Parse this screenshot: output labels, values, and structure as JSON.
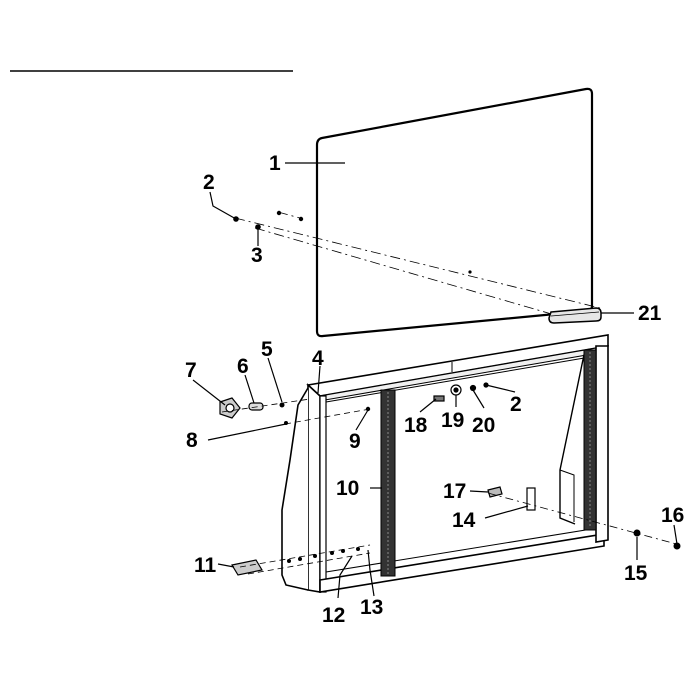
{
  "callouts": [
    {
      "id": "c1",
      "text": "1"
    },
    {
      "id": "c2a",
      "text": "2"
    },
    {
      "id": "c3",
      "text": "3"
    },
    {
      "id": "c21",
      "text": "21"
    },
    {
      "id": "c4",
      "text": "4"
    },
    {
      "id": "c5",
      "text": "5"
    },
    {
      "id": "c6",
      "text": "6"
    },
    {
      "id": "c7",
      "text": "7"
    },
    {
      "id": "c8",
      "text": "8"
    },
    {
      "id": "c9",
      "text": "9"
    },
    {
      "id": "c18",
      "text": "18"
    },
    {
      "id": "c19",
      "text": "19"
    },
    {
      "id": "c20",
      "text": "20"
    },
    {
      "id": "c2b",
      "text": "2"
    },
    {
      "id": "c10",
      "text": "10"
    },
    {
      "id": "c17",
      "text": "17"
    },
    {
      "id": "c14",
      "text": "14"
    },
    {
      "id": "c16",
      "text": "16"
    },
    {
      "id": "c15",
      "text": "15"
    },
    {
      "id": "c11",
      "text": "11"
    },
    {
      "id": "c12",
      "text": "12"
    },
    {
      "id": "c13",
      "text": "13"
    }
  ]
}
